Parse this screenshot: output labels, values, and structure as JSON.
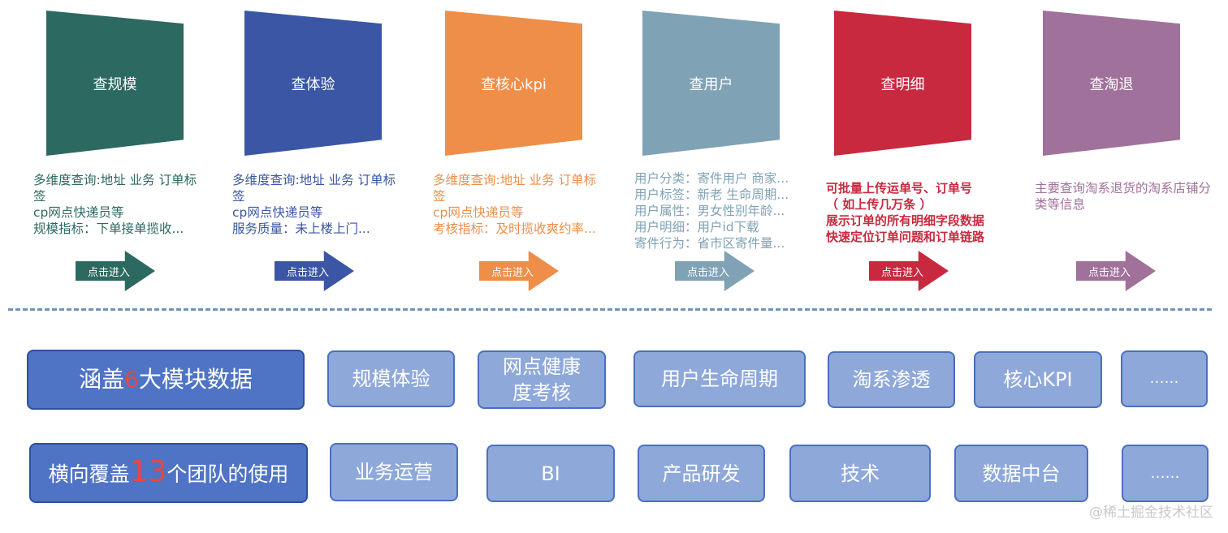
{
  "modules": [
    {
      "title": "查规模",
      "color": "#2c6960",
      "text_color": "#2c6960",
      "lines": [
        "多维度查询:地址  业务  订单标签",
        "cp网点快递员等",
        "规模指标：下单接单揽收..."
      ],
      "cta": "点击进入"
    },
    {
      "title": "查体验",
      "color": "#3a56a4",
      "text_color": "#3a56a4",
      "lines": [
        "多维度查询:地址  业务  订单标签",
        "cp网点快递员等",
        "服务质量：未上楼上门..."
      ],
      "cta": "点击进入"
    },
    {
      "title": "查核心kpi",
      "color": "#ef8e49",
      "text_color": "#ef8e49",
      "lines": [
        "多维度查询:地址  业务  订单标签",
        "cp网点快递员等",
        "考核指标：及时揽收爽约率..."
      ],
      "cta": "点击进入"
    },
    {
      "title": "查用户",
      "color": "#7fa2b5",
      "text_color": "#7fa2b5",
      "lines": [
        "用户分类：寄件用户 商家...",
        "用户标签：新老 生命周期...",
        "用户属性：男女性别年龄...",
        "用户明细：用户id下载",
        "寄件行为：省市区寄件量..."
      ],
      "cta": "点击进入"
    },
    {
      "title": "查明细",
      "color": "#c8293f",
      "text_color": "#c8293f",
      "lines": [
        "可批量上传运单号、订单号",
        "（ 如上传几万条 ）",
        "展示订单的所有明细字段数据",
        "快速定位订单问题和订单链路"
      ],
      "cta": "点击进入"
    },
    {
      "title": "查淘退",
      "color": "#a0719a",
      "text_color": "#a0719a",
      "lines": [
        "主要查询淘系退货的淘系店铺分类等信息"
      ],
      "cta": "点击进入"
    }
  ],
  "row1": {
    "lead": {
      "pre": "涵盖",
      "num": "6",
      "post": "大模块数据"
    },
    "items": [
      "规模体验",
      "网点健康度考核",
      "用户生命周期",
      "淘系渗透",
      "核心KPI",
      "……"
    ]
  },
  "row2": {
    "lead": {
      "pre": "横向覆盖",
      "num": "13",
      "post": "个团队的使用"
    },
    "items": [
      "业务运营",
      "BI",
      "产品研发",
      "技术",
      "数据中台",
      "……"
    ]
  },
  "watermark": "@稀土掘金技术社区"
}
